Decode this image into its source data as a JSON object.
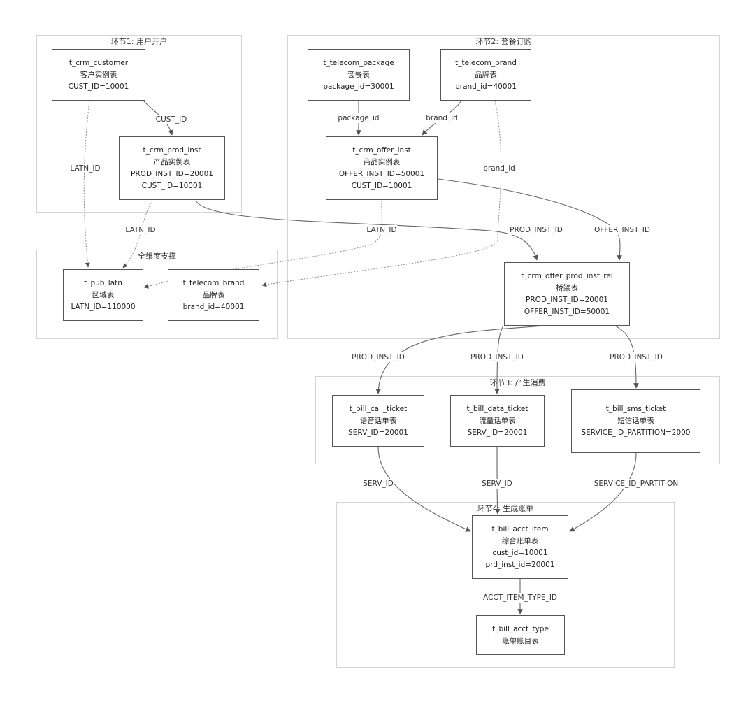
{
  "clusters": {
    "c1": "环节1: 用户开户",
    "c2": "环节2: 套餐订购",
    "c3": "环节3: 产生消费",
    "c4": "环节4: 生成账单",
    "cdim": "全维度支撑"
  },
  "nodes": {
    "customer": [
      "t_crm_customer",
      "客户实例表",
      "CUST_ID=10001"
    ],
    "prod_inst": [
      "t_crm_prod_inst",
      "产品实例表",
      "PROD_INST_ID=20001",
      "CUST_ID=10001"
    ],
    "package": [
      "t_telecom_package",
      "套餐表",
      "package_id=30001"
    ],
    "brand_top": [
      "t_telecom_brand",
      "品牌表",
      "brand_id=40001"
    ],
    "offer_inst": [
      "t_crm_offer_inst",
      "商品实例表",
      "OFFER_INST_ID=50001",
      "CUST_ID=10001"
    ],
    "pub_latn": [
      "t_pub_latn",
      "区域表",
      "LATN_ID=110000"
    ],
    "brand_dim": [
      "t_telecom_brand",
      "品牌表",
      "brand_id=40001"
    ],
    "rel": [
      "t_crm_offer_prod_inst_rel",
      "桥梁表",
      "PROD_INST_ID=20001",
      "OFFER_INST_ID=50001"
    ],
    "call": [
      "t_bill_call_ticket",
      "语音话单表",
      "SERV_ID=20001"
    ],
    "data": [
      "t_bill_data_ticket",
      "流量话单表",
      "SERV_ID=20001"
    ],
    "sms": [
      "t_bill_sms_ticket",
      "短信话单表",
      "SERVICE_ID_PARTITION=2000"
    ],
    "acct_item": [
      "t_bill_acct_item",
      "综合账单表",
      "cust_id=10001",
      "prd_inst_id=20001"
    ],
    "acct_type": [
      "t_bill_acct_type",
      "账单账目表"
    ]
  },
  "edges": [
    {
      "from": "customer",
      "to": "prod_inst",
      "label": "CUST_ID",
      "dotted": false
    },
    {
      "from": "customer",
      "to": "pub_latn",
      "label": "LATN_ID",
      "dotted": true
    },
    {
      "from": "prod_inst",
      "to": "pub_latn",
      "label": "LATN_ID",
      "dotted": true
    },
    {
      "from": "prod_inst",
      "to": "rel",
      "label": "PROD_INST_ID",
      "dotted": false
    },
    {
      "from": "package",
      "to": "offer_inst",
      "label": "package_id",
      "dotted": false
    },
    {
      "from": "brand_top",
      "to": "offer_inst",
      "label": "brand_id",
      "dotted": false
    },
    {
      "from": "brand_top",
      "to": "brand_dim",
      "label": "brand_id",
      "dotted": true
    },
    {
      "from": "offer_inst",
      "to": "pub_latn",
      "label": "LATN_ID",
      "dotted": true
    },
    {
      "from": "offer_inst",
      "to": "rel",
      "label": "OFFER_INST_ID",
      "dotted": false
    },
    {
      "from": "rel",
      "to": "call",
      "label": "PROD_INST_ID",
      "dotted": false
    },
    {
      "from": "rel",
      "to": "data",
      "label": "PROD_INST_ID",
      "dotted": false
    },
    {
      "from": "rel",
      "to": "sms",
      "label": "PROD_INST_ID",
      "dotted": false
    },
    {
      "from": "call",
      "to": "acct_item",
      "label": "SERV_ID",
      "dotted": false
    },
    {
      "from": "data",
      "to": "acct_item",
      "label": "SERV_ID",
      "dotted": false
    },
    {
      "from": "sms",
      "to": "acct_item",
      "label": "SERVICE_ID_PARTITION",
      "dotted": false
    },
    {
      "from": "acct_item",
      "to": "acct_type",
      "label": "ACCT_ITEM_TYPE_ID",
      "dotted": false
    }
  ]
}
